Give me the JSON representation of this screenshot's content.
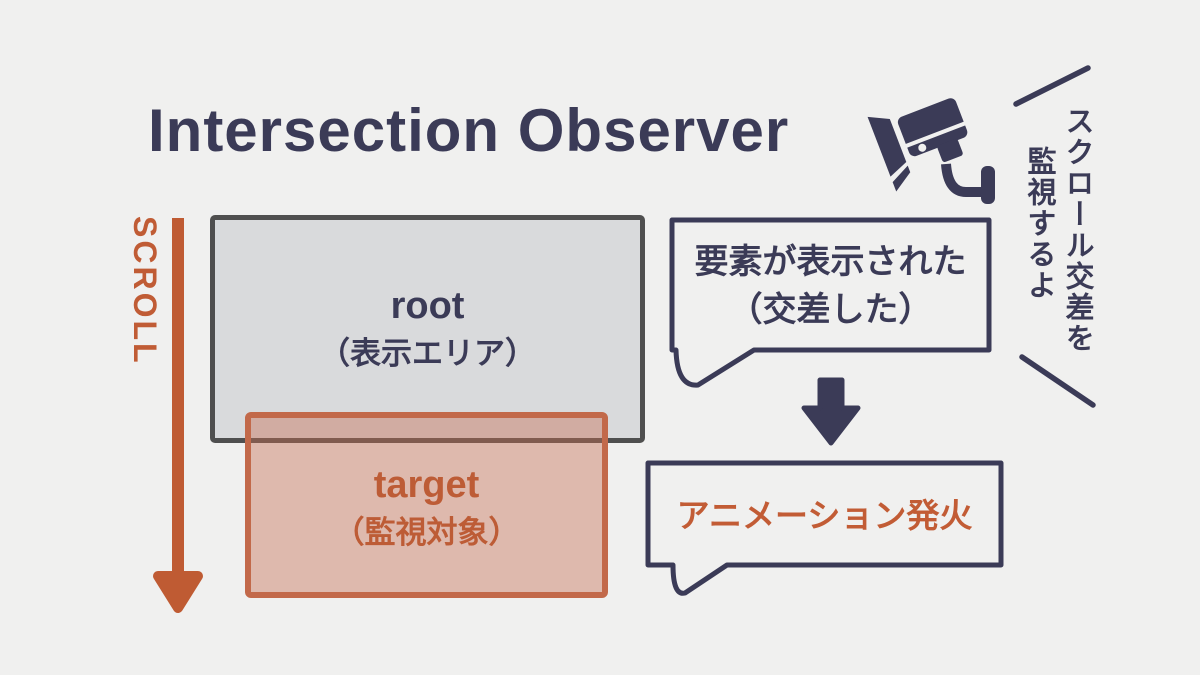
{
  "title": "Intersection Observer",
  "scroll": {
    "label": "SCROLL"
  },
  "root_box": {
    "label": "root",
    "sublabel": "（表示エリア）"
  },
  "target_box": {
    "label": "target",
    "sublabel": "（監視対象）"
  },
  "event_bubble": {
    "line1": "要素が表示された",
    "line2": "（交差した）"
  },
  "action_bubble": {
    "text": "アニメーション発火"
  },
  "camera_note": {
    "line1": "スクロール交差を",
    "line2": "監視するよ"
  },
  "icons": {
    "camera": "security-camera-icon",
    "scroll_arrow": "scroll-down-arrow",
    "flow_arrow": "down-arrow-icon"
  },
  "colors": {
    "background": "#f0f0ef",
    "navy": "#3b3b57",
    "orange": "#c05c35",
    "root_fill": "#d9dadc",
    "root_border": "#4f4f4f",
    "target_border": "#c2694a",
    "target_fill": "rgba(197,109,82,0.42)"
  }
}
